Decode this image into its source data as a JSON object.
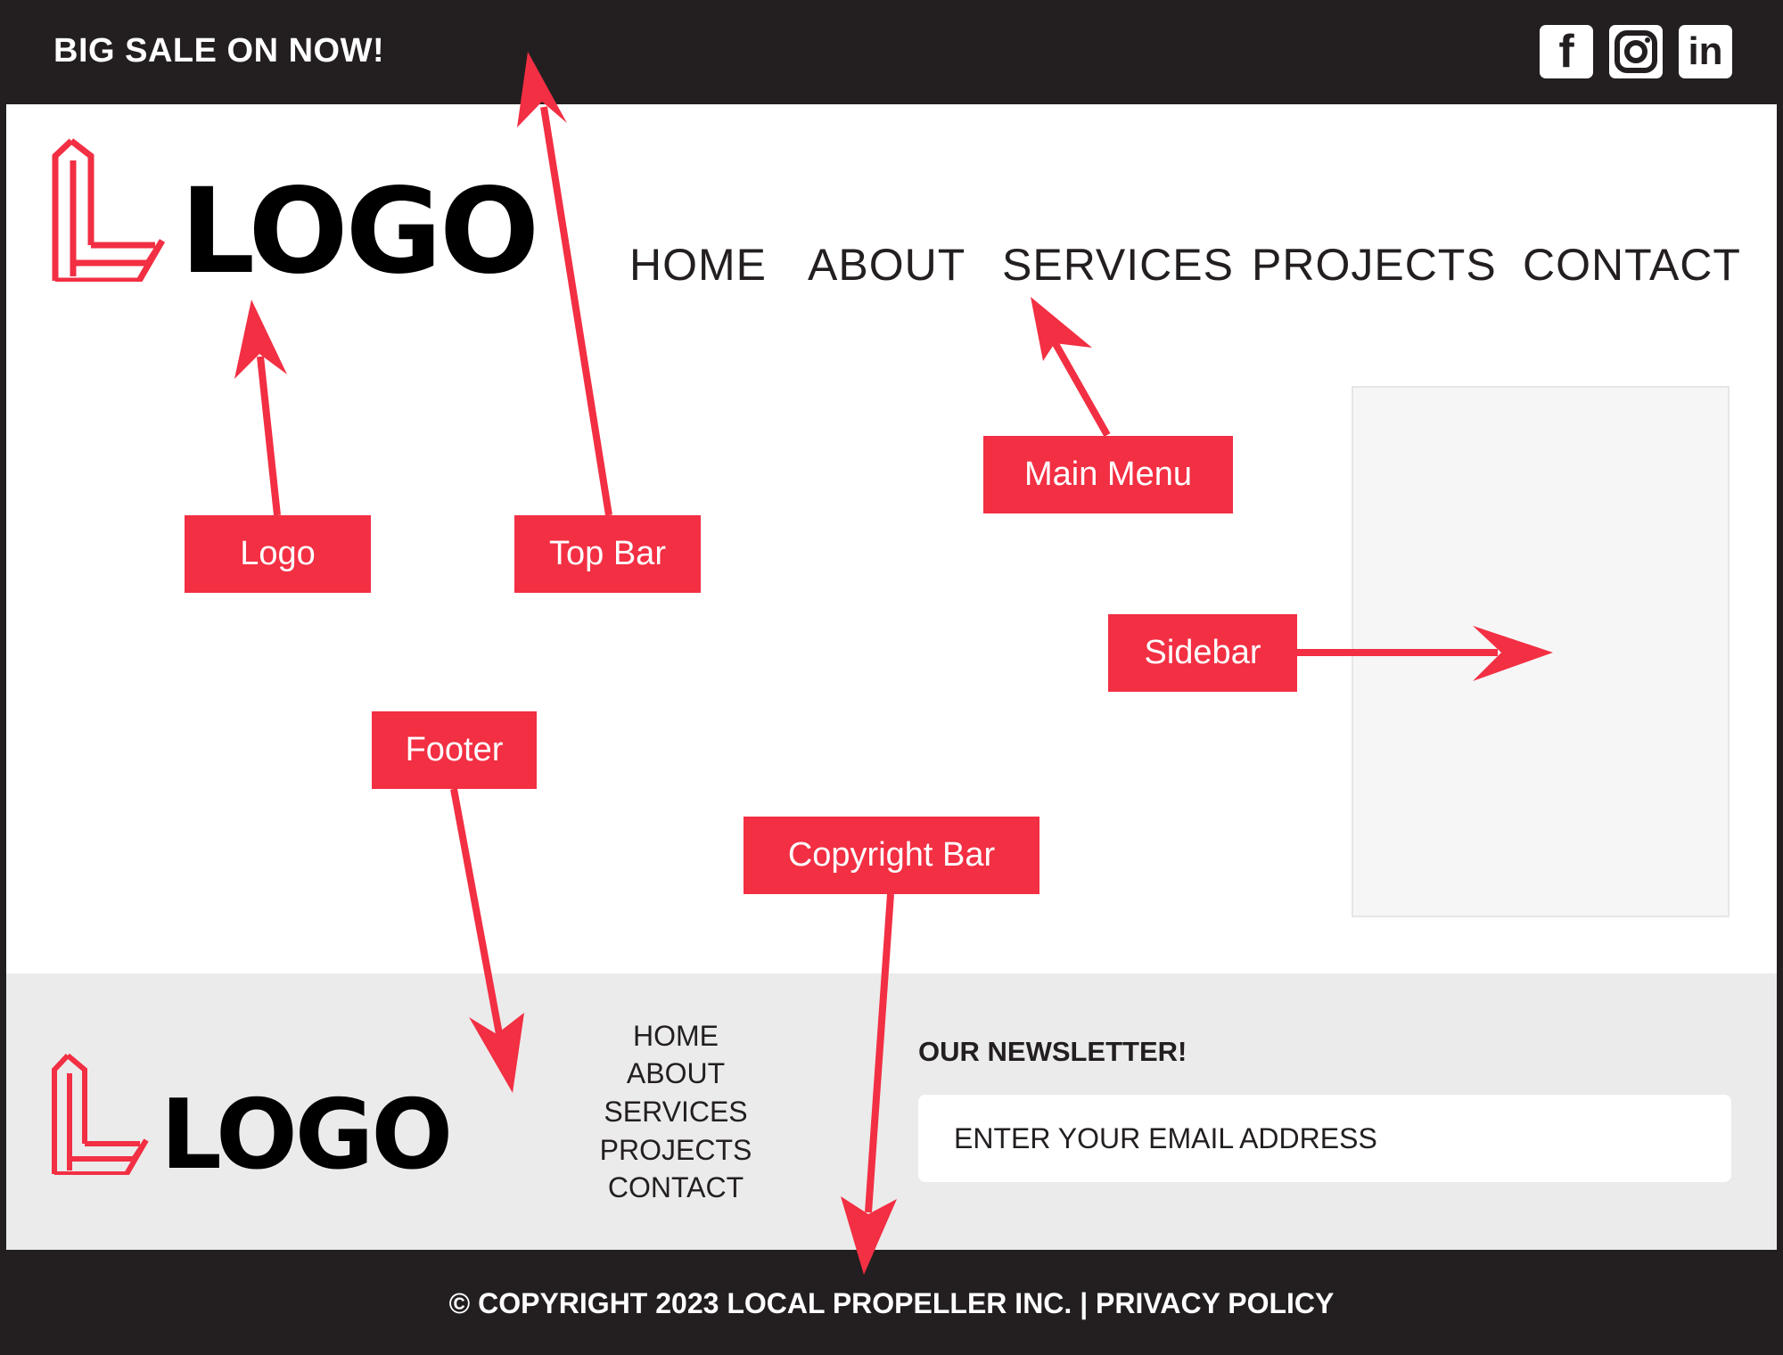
{
  "colors": {
    "dark": "#231f20",
    "accent": "#f22f43",
    "sidebar": "#f6f6f6",
    "footer": "#ebebeb"
  },
  "topbar": {
    "sale": "BIG SALE ON NOW!",
    "social": [
      {
        "icon": "facebook-icon",
        "glyph": "f"
      },
      {
        "icon": "instagram-icon",
        "glyph": ""
      },
      {
        "icon": "linkedin-icon",
        "glyph": "in"
      }
    ]
  },
  "header": {
    "logo_text": "LOGO"
  },
  "nav": [
    "HOME",
    "ABOUT",
    "SERVICES",
    "PROJECTS",
    "CONTACT"
  ],
  "footer": {
    "logo_text": "LOGO",
    "nav": [
      "HOME",
      "ABOUT",
      "SERVICES",
      "PROJECTS",
      "CONTACT"
    ],
    "newsletter_title": "OUR NEWSLETTER!",
    "newsletter_placeholder": "ENTER YOUR EMAIL ADDRESS"
  },
  "copyright": "© COPYRIGHT 2023 LOCAL PROPELLER INC. | PRIVACY POLICY",
  "annotations": {
    "logo": "Logo",
    "top_bar": "Top Bar",
    "main_menu": "Main Menu",
    "sidebar": "Sidebar",
    "footer": "Footer",
    "copyright_bar": "Copyright Bar"
  }
}
